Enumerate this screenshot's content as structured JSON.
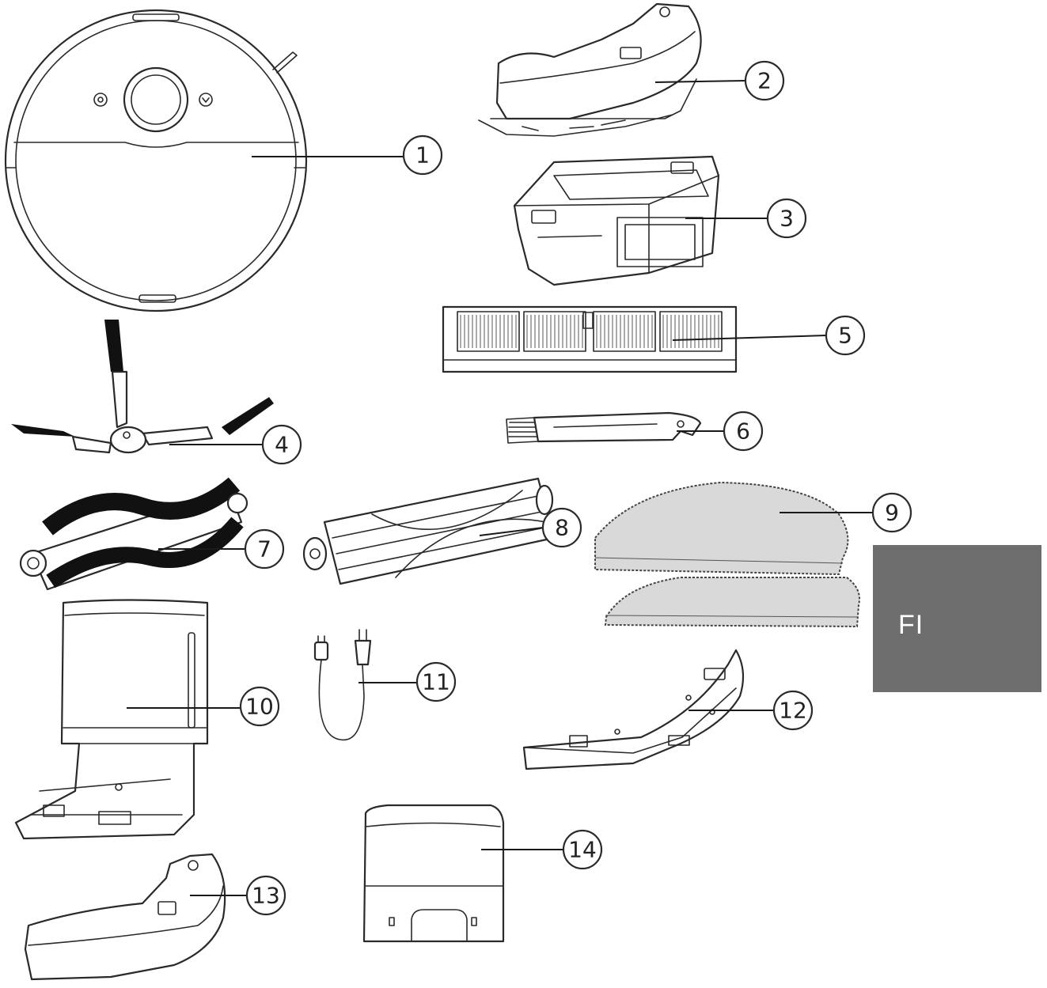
{
  "language_tab": "FI",
  "callouts": [
    {
      "part": "robot",
      "number": "1"
    },
    {
      "part": "water-tank",
      "number": "2"
    },
    {
      "part": "dustbin",
      "number": "3"
    },
    {
      "part": "side-brush",
      "number": "4"
    },
    {
      "part": "filter",
      "number": "5"
    },
    {
      "part": "cleaning-tool",
      "number": "6"
    },
    {
      "part": "main-brush",
      "number": "7"
    },
    {
      "part": "rubber-main-brush",
      "number": "8"
    },
    {
      "part": "mop-cloths",
      "number": "9"
    },
    {
      "part": "auto-empty-dock",
      "number": "10"
    },
    {
      "part": "power-cord",
      "number": "11"
    },
    {
      "part": "mop-mount",
      "number": "12"
    },
    {
      "part": "water-tank-alt",
      "number": "13"
    },
    {
      "part": "charging-dock",
      "number": "14"
    }
  ]
}
